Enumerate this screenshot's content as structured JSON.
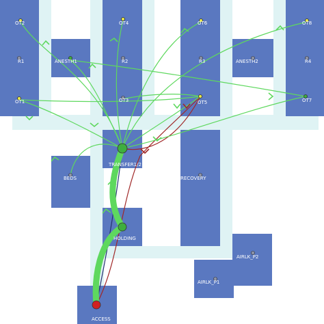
{
  "colors": {
    "corridor": "#dff3f4",
    "room": "#5a78c0",
    "flow_green": "#5ed85e",
    "flow_dark": "#243070",
    "flow_red": "#a02828",
    "node_yellow": "#e8e84a",
    "node_green": "#3fae3f",
    "node_red": "#d02020",
    "label": "#ffffff"
  },
  "rooms": [
    {
      "id": "ot2",
      "label": "OT2",
      "node": "yellow"
    },
    {
      "id": "ot4",
      "label": "OT4",
      "node": "yellow"
    },
    {
      "id": "ot6",
      "label": "OT6",
      "node": "yellow"
    },
    {
      "id": "ot8",
      "label": "OT8",
      "node": "yellow"
    },
    {
      "id": "r1",
      "label": "R1",
      "node": "gray"
    },
    {
      "id": "anesth1",
      "label": "ANESTH1",
      "node": "green"
    },
    {
      "id": "r2",
      "label": "R2",
      "node": "gray"
    },
    {
      "id": "r3",
      "label": "R3",
      "node": "gray"
    },
    {
      "id": "anesth2",
      "label": "ANESTH2",
      "node": "gray"
    },
    {
      "id": "r4",
      "label": "R4",
      "node": "gray"
    },
    {
      "id": "ot1",
      "label": "OT1",
      "node": "yellow"
    },
    {
      "id": "ot3",
      "label": "OT3",
      "node": "gray"
    },
    {
      "id": "ot5",
      "label": "OT5",
      "node": "yellow"
    },
    {
      "id": "ot7",
      "label": "OT7",
      "node": "green"
    },
    {
      "id": "transfer",
      "label": "TRANSFER1/2",
      "node": "green"
    },
    {
      "id": "beds",
      "label": "BEDS",
      "node": "gray"
    },
    {
      "id": "recovery",
      "label": "RECOVERY",
      "node": "gray"
    },
    {
      "id": "holding",
      "label": "HOLDING",
      "node": "green"
    },
    {
      "id": "airlock_p2",
      "label": "AIRLK_P2",
      "node": "gray"
    },
    {
      "id": "airlock_p1",
      "label": "AIRLK_P1",
      "node": "gray"
    },
    {
      "id": "access",
      "label": "ACCESS",
      "node": "red"
    }
  ]
}
